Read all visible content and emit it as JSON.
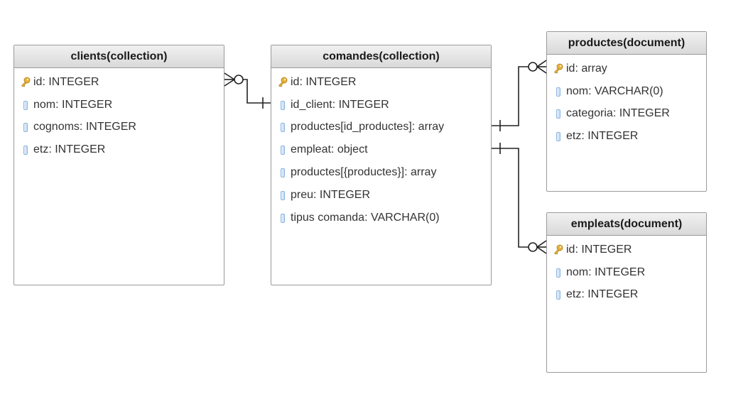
{
  "tables": {
    "clients": {
      "title": "clients(collection)",
      "fields": [
        {
          "label": "id: INTEGER",
          "key": true
        },
        {
          "label": "nom: INTEGER",
          "key": false
        },
        {
          "label": "cognoms: INTEGER",
          "key": false
        },
        {
          "label": "etz: INTEGER",
          "key": false
        }
      ]
    },
    "comandes": {
      "title": "comandes(collection)",
      "fields": [
        {
          "label": "id: INTEGER",
          "key": true
        },
        {
          "label": "id_client: INTEGER",
          "key": false
        },
        {
          "label": "productes[id_productes]: array",
          "key": false
        },
        {
          "label": "empleat: object",
          "key": false
        },
        {
          "label": "productes[{productes}]: array",
          "key": false
        },
        {
          "label": "preu: INTEGER",
          "key": false
        },
        {
          "label": "tipus comanda: VARCHAR(0)",
          "key": false
        }
      ]
    },
    "productes": {
      "title": "productes(document)",
      "fields": [
        {
          "label": "id: array",
          "key": true
        },
        {
          "label": "nom: VARCHAR(0)",
          "key": false
        },
        {
          "label": "categoria: INTEGER",
          "key": false
        },
        {
          "label": "etz: INTEGER",
          "key": false
        }
      ]
    },
    "empleats": {
      "title": "empleats(document)",
      "fields": [
        {
          "label": "id: INTEGER",
          "key": true
        },
        {
          "label": "nom: INTEGER",
          "key": false
        },
        {
          "label": "etz: INTEGER",
          "key": false
        }
      ]
    }
  },
  "colors": {
    "key_icon": "#e8b33c",
    "column_icon": "#8cb4e0",
    "connector": "#222222",
    "border": "#9a9a9a"
  }
}
